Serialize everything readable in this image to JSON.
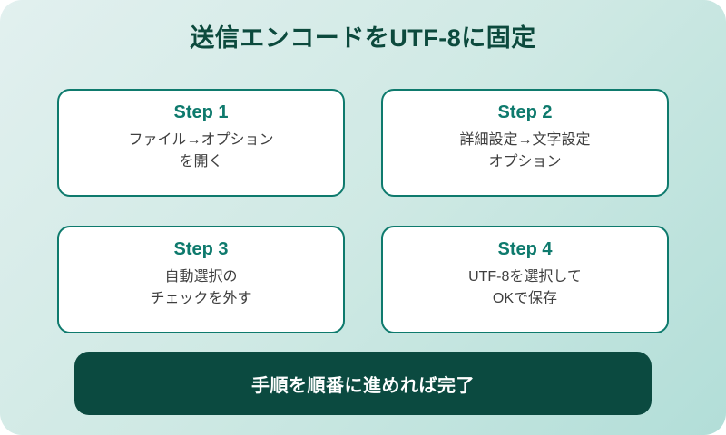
{
  "page": {
    "title": "送信エンコードをUTF-8に固定",
    "footer_text": "手順を順番に進めれば完了"
  },
  "steps": [
    {
      "label": "Step 1",
      "line1": "ファイル→オプション",
      "line2": "を開く"
    },
    {
      "label": "Step 2",
      "line1": "詳細設定→文字設定",
      "line2": "オプション"
    },
    {
      "label": "Step 3",
      "line1": "自動選択の",
      "line2": "チェックを外す"
    },
    {
      "label": "Step 4",
      "line1": "UTF-8を選択して",
      "line2": "OKで保存"
    }
  ],
  "colors": {
    "background_gradient_start": "#e2f0ef",
    "background_gradient_end": "#b2ded8",
    "accent_teal": "#0e7a6d",
    "title_green": "#0c4a3d",
    "body_text": "#3f3f3f",
    "card_background": "#ffffff",
    "banner_background": "#0b4a40",
    "banner_text": "#ffffff"
  }
}
